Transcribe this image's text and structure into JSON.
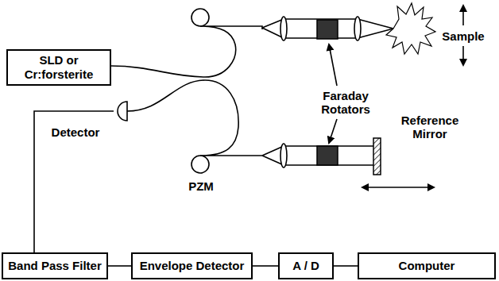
{
  "diagram": {
    "nodes": [
      {
        "text": [
          "SLD or Cr:forsterite"
        ]
      },
      {
        "text": [
          "Band Pass Filter"
        ]
      },
      {
        "text": [
          "Envelope Detector"
        ]
      },
      {
        "text": [
          "A / D"
        ]
      },
      {
        "text": [
          "Computer"
        ]
      }
    ],
    "edges": [
      {
        "from": 1,
        "to": 2,
        "arrow": "none"
      },
      {
        "from": 2,
        "to": 3,
        "arrow": "none"
      },
      {
        "from": 3,
        "to": 4,
        "arrow": "none"
      }
    ],
    "labels": [
      "Detector",
      "Faraday Rotators",
      "Sample",
      "Reference Mirror",
      "PZM"
    ]
  }
}
